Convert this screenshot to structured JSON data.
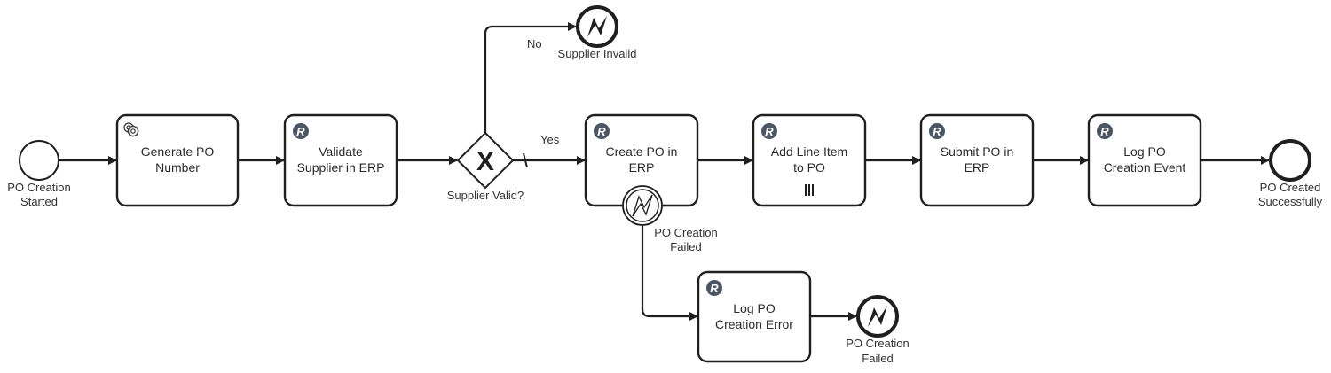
{
  "colors": {
    "stroke": "#1f1f1f",
    "robot_badge": "#4b5563",
    "text": "#333333"
  },
  "events": {
    "start": {
      "label_lines": [
        "PO Creation",
        "Started"
      ],
      "type": "start"
    },
    "end_invalid": {
      "label_lines": [
        "Supplier Invalid"
      ],
      "type": "error-end",
      "icon": "error-lightning-icon"
    },
    "boundary_failed": {
      "label_lines": [
        "PO Creation",
        "Failed"
      ],
      "type": "error-boundary",
      "icon": "error-lightning-icon"
    },
    "end_failed": {
      "label_lines": [
        "PO Creation",
        "Failed"
      ],
      "type": "error-end",
      "icon": "error-lightning-icon"
    },
    "end_success": {
      "label_lines": [
        "PO Created",
        "Successfully"
      ],
      "type": "end"
    }
  },
  "tasks": {
    "generate_po": {
      "lines": [
        "Generate PO",
        "Number"
      ],
      "icon": "gear-icon"
    },
    "validate_supplier": {
      "lines": [
        "Validate",
        "Supplier in ERP"
      ],
      "icon": "robot-r-icon"
    },
    "create_po": {
      "lines": [
        "Create PO in",
        "ERP"
      ],
      "icon": "robot-r-icon"
    },
    "add_line_item": {
      "lines": [
        "Add Line Item",
        "to PO"
      ],
      "icon": "robot-r-icon",
      "marker": "parallel-multi-instance-icon"
    },
    "submit_po": {
      "lines": [
        "Submit PO in",
        "ERP"
      ],
      "icon": "robot-r-icon"
    },
    "log_event": {
      "lines": [
        "Log PO",
        "Creation Event"
      ],
      "icon": "robot-r-icon"
    },
    "log_error": {
      "lines": [
        "Log PO",
        "Creation Error"
      ],
      "icon": "robot-r-icon"
    }
  },
  "gateway": {
    "label": "Supplier Valid?",
    "type": "exclusive",
    "marker": "X"
  },
  "flow_labels": {
    "yes": "Yes",
    "no": "No"
  },
  "badge_letter": "R"
}
